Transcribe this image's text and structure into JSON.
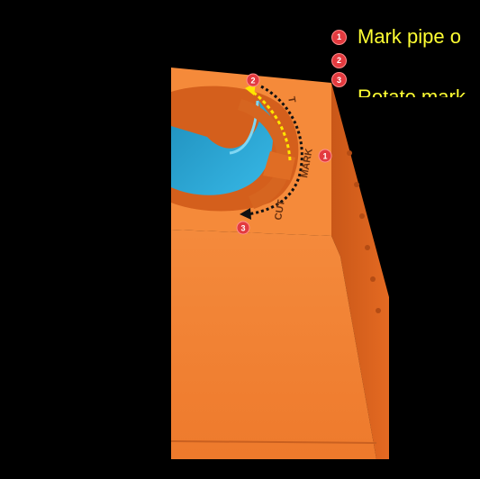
{
  "legend": {
    "items": [
      {
        "number": "1",
        "text": "Mark pipe o"
      },
      {
        "number": "2",
        "text": ""
      },
      {
        "number": "3",
        "text": "Rotate mark"
      }
    ]
  },
  "dial": {
    "label_cut": "CUT",
    "label_mark": "MARK"
  },
  "markers": {
    "one": "1",
    "two": "2",
    "three": "3"
  },
  "colors": {
    "background": "#000000",
    "block": "#f07a2a",
    "pipe": "#2aa6d6",
    "badge": "#e33a3f",
    "legend_text": "#ffff33"
  }
}
